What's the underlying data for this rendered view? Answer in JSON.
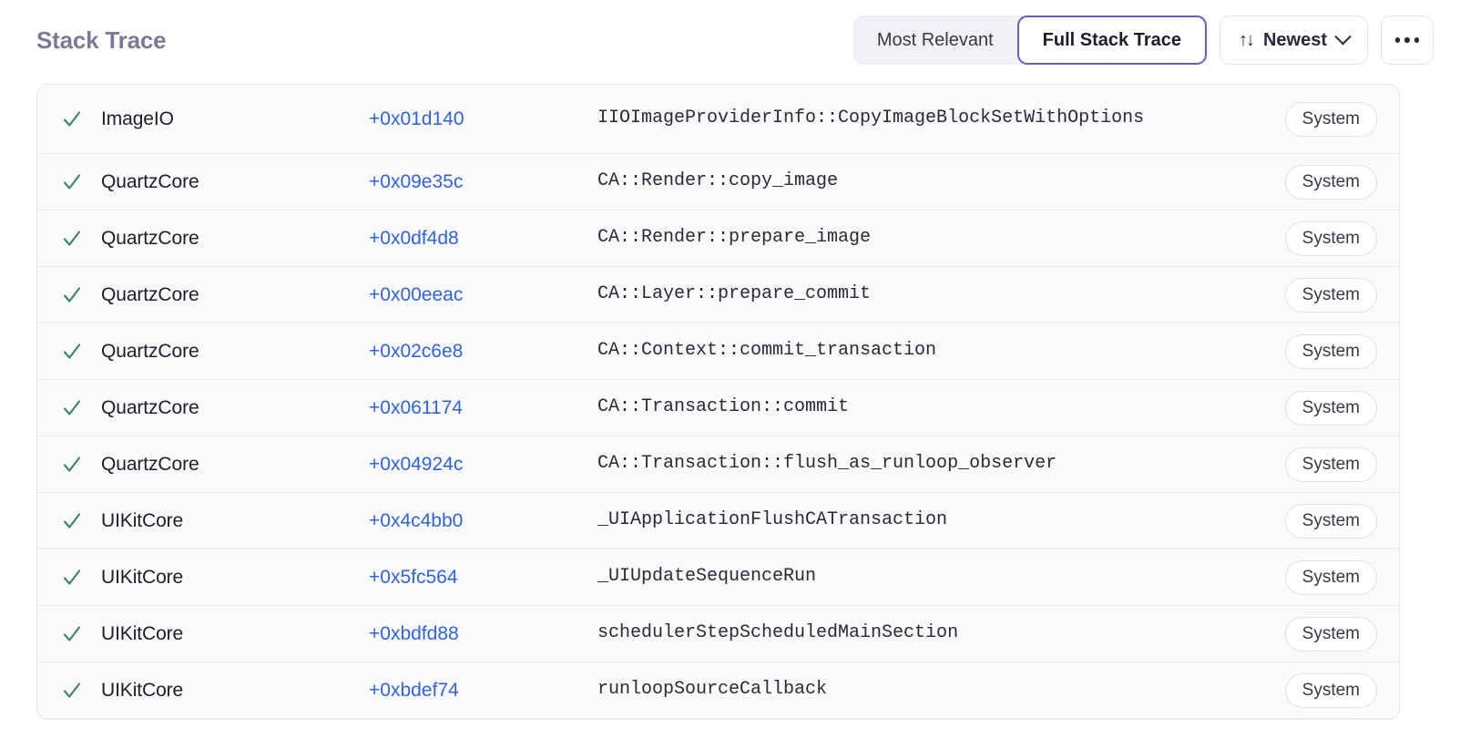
{
  "header": {
    "title": "Stack Trace",
    "segmented": {
      "options": [
        {
          "label": "Most Relevant",
          "selected": false
        },
        {
          "label": "Full Stack Trace",
          "selected": true
        }
      ]
    },
    "sort": {
      "icon": "sort-arrows-icon",
      "label": "Newest",
      "chevron": "chevron-down-icon"
    },
    "overflow": {
      "icon": "ellipsis-icon"
    }
  },
  "colors": {
    "accent": "#6a5acd",
    "link": "#2f63e0",
    "check": "#3d8168",
    "title": "#7e7795",
    "row_bg": "#fafafb",
    "border": "#e7e5ed"
  },
  "table": {
    "rows": [
      {
        "checked": true,
        "check_icon": "check-icon",
        "package": "ImageIO",
        "offset": "+0x01d140",
        "symbol": "IIOImageProviderInfo::CopyImageBlockSetWithOptions",
        "badge": "System",
        "tall": true
      },
      {
        "checked": true,
        "check_icon": "check-icon",
        "package": "QuartzCore",
        "offset": "+0x09e35c",
        "symbol": "CA::Render::copy_image",
        "badge": "System",
        "tall": false
      },
      {
        "checked": true,
        "check_icon": "check-icon",
        "package": "QuartzCore",
        "offset": "+0x0df4d8",
        "symbol": "CA::Render::prepare_image",
        "badge": "System",
        "tall": false
      },
      {
        "checked": true,
        "check_icon": "check-icon",
        "package": "QuartzCore",
        "offset": "+0x00eeac",
        "symbol": "CA::Layer::prepare_commit",
        "badge": "System",
        "tall": false
      },
      {
        "checked": true,
        "check_icon": "check-icon",
        "package": "QuartzCore",
        "offset": "+0x02c6e8",
        "symbol": "CA::Context::commit_transaction",
        "badge": "System",
        "tall": false
      },
      {
        "checked": true,
        "check_icon": "check-icon",
        "package": "QuartzCore",
        "offset": "+0x061174",
        "symbol": "CA::Transaction::commit",
        "badge": "System",
        "tall": false
      },
      {
        "checked": true,
        "check_icon": "check-icon",
        "package": "QuartzCore",
        "offset": "+0x04924c",
        "symbol": "CA::Transaction::flush_as_runloop_observer",
        "badge": "System",
        "tall": false
      },
      {
        "checked": true,
        "check_icon": "check-icon",
        "package": "UIKitCore",
        "offset": "+0x4c4bb0",
        "symbol": "_UIApplicationFlushCATransaction",
        "badge": "System",
        "tall": false
      },
      {
        "checked": true,
        "check_icon": "check-icon",
        "package": "UIKitCore",
        "offset": "+0x5fc564",
        "symbol": "_UIUpdateSequenceRun",
        "badge": "System",
        "tall": false
      },
      {
        "checked": true,
        "check_icon": "check-icon",
        "package": "UIKitCore",
        "offset": "+0xbdfd88",
        "symbol": "schedulerStepScheduledMainSection",
        "badge": "System",
        "tall": false
      },
      {
        "checked": true,
        "check_icon": "check-icon",
        "package": "UIKitCore",
        "offset": "+0xbdef74",
        "symbol": "runloopSourceCallback",
        "badge": "System",
        "tall": false
      }
    ]
  }
}
